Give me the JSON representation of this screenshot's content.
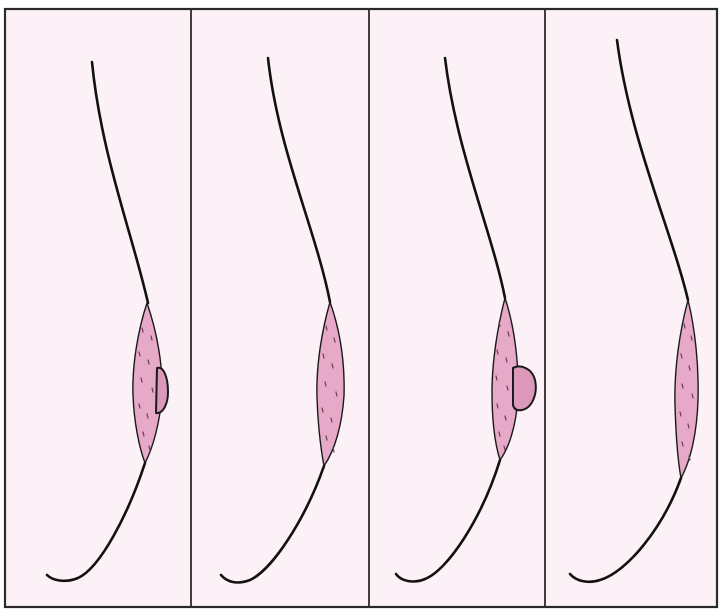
{
  "figure": {
    "panel_count": 4,
    "colors": {
      "background": "#fcf1f6",
      "frame": "#2b2b2b",
      "outline": "#111111",
      "areola_fill": "#e6a9c8",
      "nipple_fill": "#dc98bb",
      "stipple": "#6d3b55"
    }
  },
  "panels": [
    {
      "icon": "breast-profile-small-nipple-icon",
      "nipple": "small-protruding"
    },
    {
      "icon": "breast-profile-flat-nipple-icon",
      "nipple": "flat"
    },
    {
      "icon": "breast-profile-protruding-nipple-icon",
      "nipple": "protruding"
    },
    {
      "icon": "breast-profile-flat-areola-icon",
      "nipple": "flat"
    }
  ]
}
